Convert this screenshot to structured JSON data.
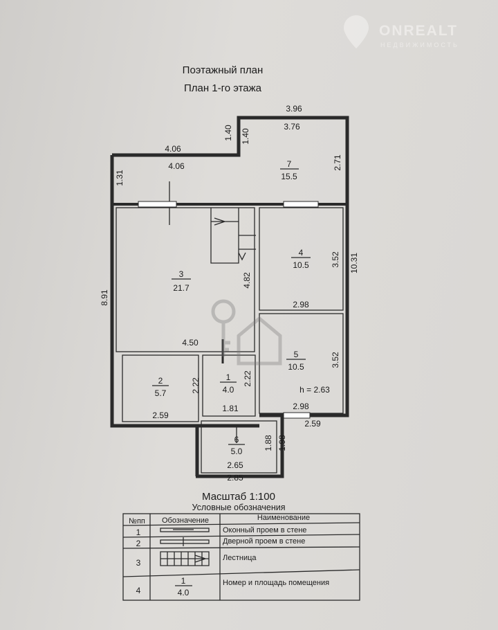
{
  "watermark": {
    "brand": "ONREALT",
    "subtitle": "НЕДВИЖИМОСТЬ"
  },
  "title": {
    "line1": "Поэтажный план",
    "line2": "План 1-го этажа"
  },
  "rooms": [
    {
      "num": "1",
      "area": "4.0"
    },
    {
      "num": "2",
      "area": "5.7"
    },
    {
      "num": "3",
      "area": "21.7"
    },
    {
      "num": "4",
      "area": "10.5"
    },
    {
      "num": "5",
      "area": "10.5"
    },
    {
      "num": "6",
      "area": "5.0"
    },
    {
      "num": "7",
      "area": "15.5"
    }
  ],
  "dims": {
    "d396": "3.96",
    "d376": "3.76",
    "d140a": "1.40",
    "d140b": "1.40",
    "d406a": "4.06",
    "d406b": "4.06",
    "d131": "1.31",
    "d271": "2.71",
    "d891": "8.91",
    "d482": "4.82",
    "d352a": "3.52",
    "d1031": "10.31",
    "d298a": "2.98",
    "d450": "4.50",
    "d352b": "3.52",
    "d222a": "2.22",
    "d222b": "2.22",
    "d259a": "2.59",
    "d181": "1.81",
    "d298b": "2.98",
    "d259b": "2.59",
    "d188": "1.88",
    "d198": "1.98",
    "d265": "2.65",
    "d285": "2.85"
  },
  "height": "h = 2.63",
  "scale": "Масштаб 1:100",
  "legend": {
    "title": "Условные обозначения",
    "headers": [
      "№пп",
      "Обозначение",
      "Наименование"
    ],
    "rows": [
      {
        "n": "1",
        "name": "Оконный проем в стене"
      },
      {
        "n": "2",
        "name": "Дверной проем в стене"
      },
      {
        "n": "3",
        "name": "Лестница"
      },
      {
        "n": "4",
        "name": "Номер и площадь помещения",
        "sym_num": "1",
        "sym_area": "4.0"
      }
    ]
  }
}
